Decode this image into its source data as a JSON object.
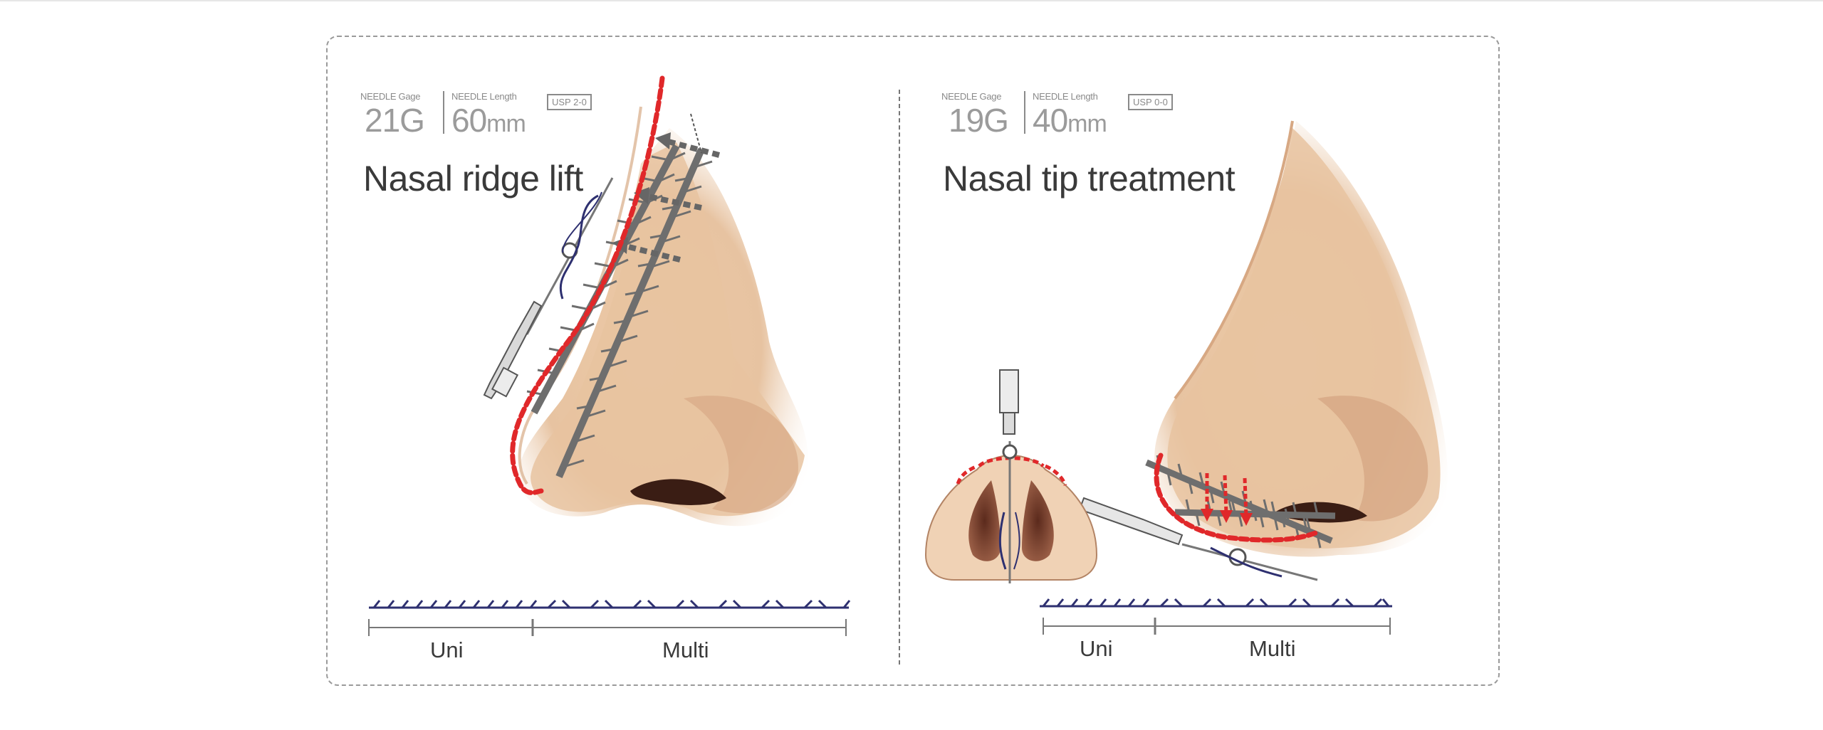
{
  "panels": [
    {
      "title": "Nasal ridge lift",
      "gauge_caption": "NEEDLE Gage",
      "gauge_value": "21G",
      "length_caption": "NEEDLE Length",
      "length_value": "60",
      "length_unit": "mm",
      "usp": "USP 2-0",
      "scale_left": "Uni",
      "scale_right": "Multi"
    },
    {
      "title": "Nasal tip treatment",
      "gauge_caption": "NEEDLE Gage",
      "gauge_value": "19G",
      "length_caption": "NEEDLE Length",
      "length_value": "40",
      "length_unit": "mm",
      "usp": "USP 0-0",
      "scale_left": "Uni",
      "scale_right": "Multi"
    }
  ],
  "colors": {
    "skin": "#e9c9a8",
    "skin_shadow": "#c89a78",
    "thread_red": "#e0282a",
    "barb_gray": "#6e6e6e",
    "thread_navy": "#2e3070"
  }
}
